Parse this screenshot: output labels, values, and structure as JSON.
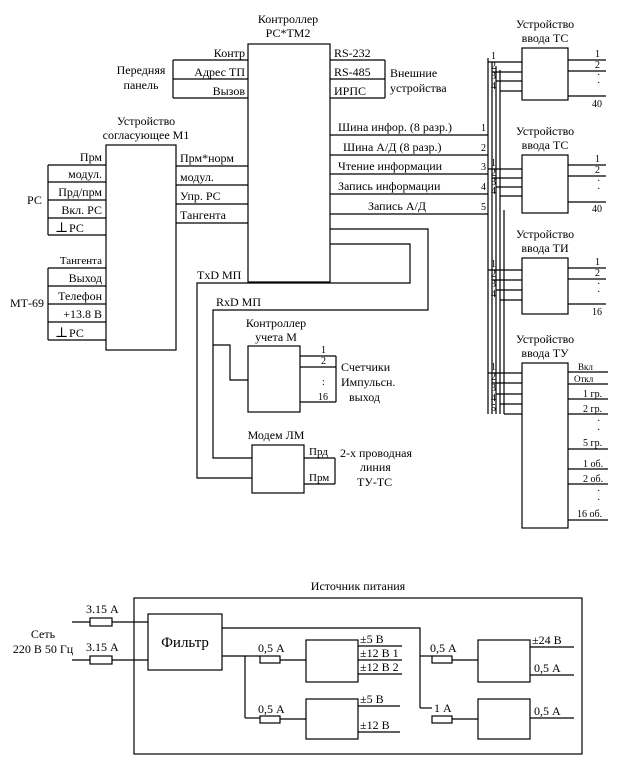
{
  "controller": {
    "title1": "Контроллер",
    "title2": "РС*ТМ2"
  },
  "front_panel": {
    "label1": "Передняя",
    "label2": "панель",
    "lines": [
      "Контр",
      "Адрес ТП",
      "Вызов"
    ]
  },
  "external": {
    "label1": "Внешние",
    "label2": "устройства",
    "lines": [
      "RS-232",
      "RS-485",
      "ИРПС"
    ]
  },
  "bus": {
    "lines": [
      "Шина инфор. (8 разр.)",
      "Шина А/Д (8 разр.)",
      "Чтение информации",
      "Запись информации",
      "Запись А/Д"
    ],
    "numbers": [
      "1",
      "2",
      "3",
      "4",
      "5"
    ]
  },
  "matching": {
    "title1": "Устройство",
    "title2": "согласующее М1",
    "left_pins": [
      "Прм",
      "модул.",
      "Прд/прм",
      "Вкл. РС",
      "РС",
      "Тангента",
      "Выход",
      "Телефон",
      "+13.8 В",
      "РС"
    ],
    "right_pins": [
      "Прм*норм",
      "модул.",
      "Упр. РС",
      "Тангента"
    ],
    "group_rs": "РС",
    "group_mt": "МТ-69"
  },
  "ground_symbol": "⊥",
  "txd": "TxD МП",
  "rxd": "RxD МП",
  "meter": {
    "title1": "Контроллер",
    "title2": "учета М",
    "pins": [
      "1",
      "2",
      ":",
      "16"
    ],
    "label1": "Счетчики",
    "label2": "Импульсн.",
    "label3": "выход"
  },
  "modem": {
    "title": "Модем ЛМ",
    "pins": [
      "Прд",
      "Прм"
    ],
    "label1": "2-х проводная",
    "label2": "линия",
    "label3": "ТУ-ТС"
  },
  "ts1": {
    "title1": "Устройство",
    "title2": "ввода ТС",
    "in": [
      "1",
      "2",
      "3",
      "4"
    ],
    "out": [
      "1",
      "2",
      "·",
      "·",
      "40"
    ]
  },
  "ts2": {
    "title1": "Устройство",
    "title2": "ввода ТС",
    "in": [
      "1",
      "2",
      "3",
      "4"
    ],
    "out": [
      "1",
      "2",
      "·",
      "·",
      "40"
    ]
  },
  "ti": {
    "title1": "Устройство",
    "title2": "ввода ТИ",
    "in": [
      "1",
      "2",
      "3",
      "4"
    ],
    "out": [
      "1",
      "2",
      "·",
      "·",
      "16"
    ]
  },
  "tu": {
    "title1": "Устройство",
    "title2": "ввода ТУ",
    "in": [
      "1",
      "2",
      "3",
      "4",
      "5"
    ],
    "out": [
      "Вкл",
      "Откл",
      "1 гр.",
      "2 гр.",
      "·",
      "·",
      "5 гр.",
      "1 об.",
      "2 об.",
      "·",
      "·",
      "16 об."
    ]
  },
  "power": {
    "title": "Источник питания",
    "mains1": "Сеть",
    "mains2": "220 В 50 Гц",
    "fuses": [
      "3.15 А",
      "3.15 А"
    ],
    "filter": "Фильтр",
    "block1": {
      "fuse": "0,5 А",
      "out": [
        "±5 В",
        "±12 В 1",
        "±12 В 2"
      ]
    },
    "block2": {
      "fuse": "0,5 А",
      "out": [
        "±5 В",
        "±12 В"
      ]
    },
    "block3": {
      "fuse": "0,5 А",
      "out": [
        "±24 В",
        "0,5 А"
      ]
    },
    "block4": {
      "fuse": "1 А",
      "out": [
        "0,5 А"
      ]
    }
  }
}
